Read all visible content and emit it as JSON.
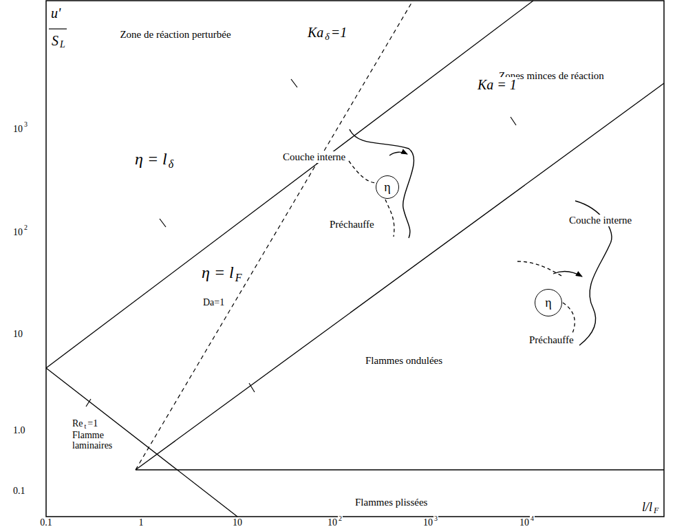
{
  "diagram": {
    "nodes": [
      {
        "text": [
          "η"
        ]
      },
      {
        "text": [
          "η"
        ]
      }
    ],
    "labels": [
      "u'",
      "S",
      "L",
      "Zone de réaction perturbée",
      "Ka",
      "δ",
      "=1",
      "Zones minces de réaction",
      "10",
      "3",
      "η = l",
      "δ",
      "Couche interne",
      "Préchauffe",
      "Ka = 1",
      "10",
      "2",
      "Da=1",
      "Couche interne",
      "η = l",
      "F",
      "10",
      "Préchauffe",
      "Flammes ondulées",
      "Re",
      "t",
      "=1",
      "Flamme laminaires",
      "1.0",
      "Flammes plissées",
      "0.1",
      "0.1",
      "1",
      "10",
      "10",
      "2",
      "10",
      "3",
      "10",
      "4",
      "l/l",
      "F"
    ]
  }
}
